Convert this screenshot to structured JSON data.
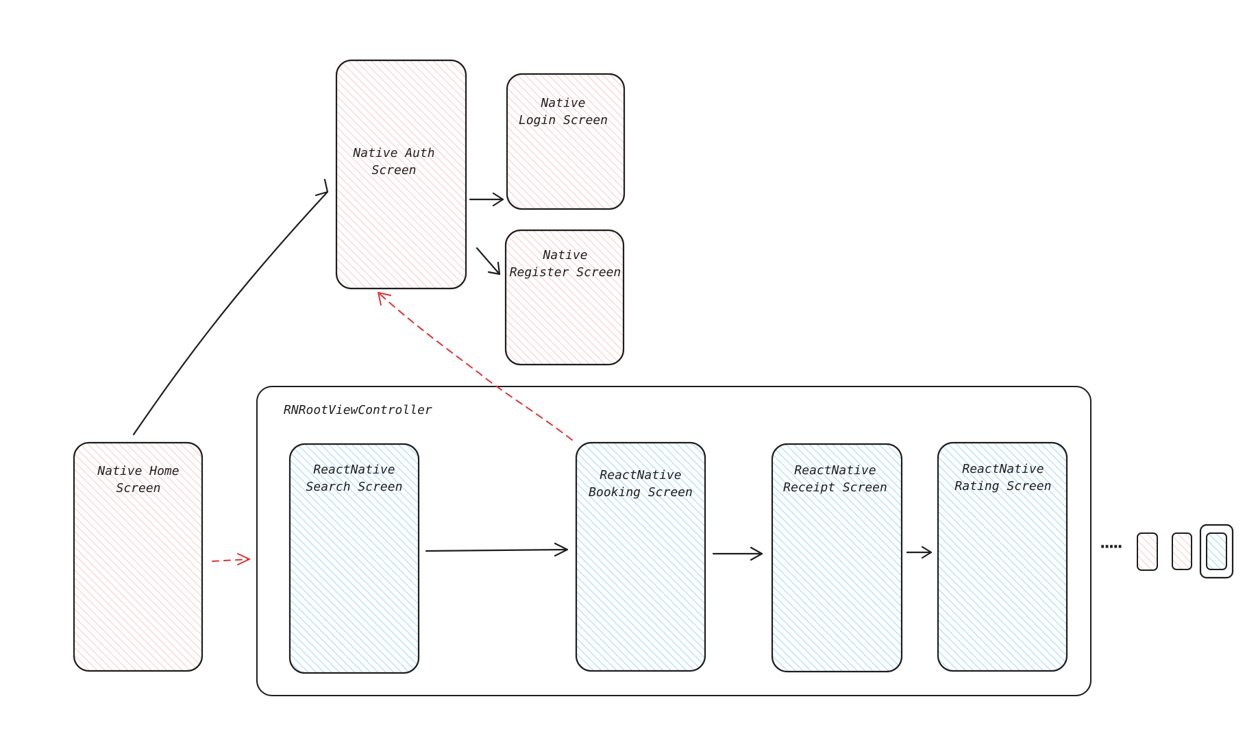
{
  "colors": {
    "stroke": "#1e1e1e",
    "native_fill": "#ffc9c9",
    "react_fill": "#a5d8ff",
    "dashed_arrow": "#e03131",
    "background": "#ffffff"
  },
  "container": {
    "label": "RNRootViewController"
  },
  "screens": [
    {
      "id": "native-home",
      "kind": "native",
      "line1": "Native Home",
      "line2": "Screen"
    },
    {
      "id": "native-auth",
      "kind": "native",
      "line1": "Native Auth",
      "line2": "Screen"
    },
    {
      "id": "native-login",
      "kind": "native",
      "line1": "Native",
      "line2": "Login Screen"
    },
    {
      "id": "native-register",
      "kind": "native",
      "line1": "Native",
      "line2": "Register Screen"
    },
    {
      "id": "rn-search",
      "kind": "react",
      "line1": "ReactNative",
      "line2": "Search Screen"
    },
    {
      "id": "rn-booking",
      "kind": "react",
      "line1": "ReactNative",
      "line2": "Booking Screen"
    },
    {
      "id": "rn-receipt",
      "kind": "react",
      "line1": "ReactNative",
      "line2": "Receipt Screen"
    },
    {
      "id": "rn-rating",
      "kind": "react",
      "line1": "ReactNative",
      "line2": "Rating Screen"
    }
  ],
  "ellipsis": "·····",
  "mini_screens": [
    "native",
    "native",
    "react"
  ]
}
